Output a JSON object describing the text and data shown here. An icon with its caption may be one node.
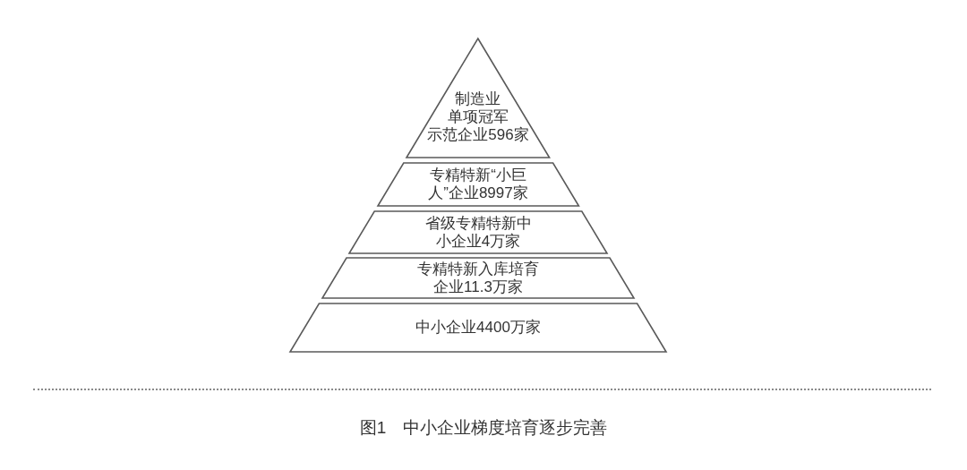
{
  "diagram": {
    "caption": "图1　中小企业梯度培育逐步完善",
    "nodes": [
      {
        "text": [
          "制造业单项冠军示范企业596家"
        ]
      },
      {
        "text": [
          "专精特新“小巨人”企业8997家"
        ]
      },
      {
        "text": [
          "省级专精特新中小企业4万家"
        ]
      },
      {
        "text": [
          "专精特新入库培育企业11.3万家"
        ]
      },
      {
        "text": [
          "中小企业4400万家"
        ]
      }
    ]
  }
}
